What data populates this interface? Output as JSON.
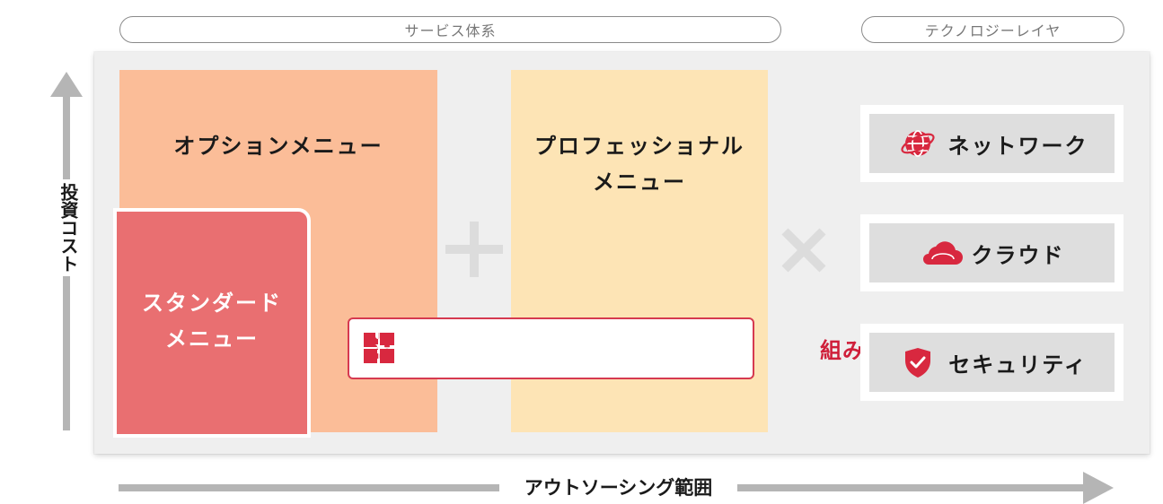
{
  "header": {
    "service_system": "サービス体系",
    "technology_layer": "テクノロジーレイヤ"
  },
  "menus": {
    "option": "オプションメニュー",
    "professional_line1": "プロフェッショナル",
    "professional_line2": "メニュー",
    "standard_line1": "スタンダード",
    "standard_line2": "メニュー"
  },
  "combine": {
    "label": "組み合わせて提供",
    "icon": "puzzle-icon"
  },
  "technology": [
    {
      "label": "ネットワーク",
      "icon": "globe-icon"
    },
    {
      "label": "クラウド",
      "icon": "cloud-icon"
    },
    {
      "label": "セキュリティ",
      "icon": "shield-check-icon"
    }
  ],
  "axes": {
    "vertical": "投資コスト",
    "horizontal": "アウトソーシング範囲"
  },
  "colors": {
    "option": "#fbbd98",
    "professional": "#fde4b5",
    "standard": "#e96f71",
    "accent": "#d8283f",
    "panel": "#efefef",
    "arrow": "#b5b5b5"
  }
}
